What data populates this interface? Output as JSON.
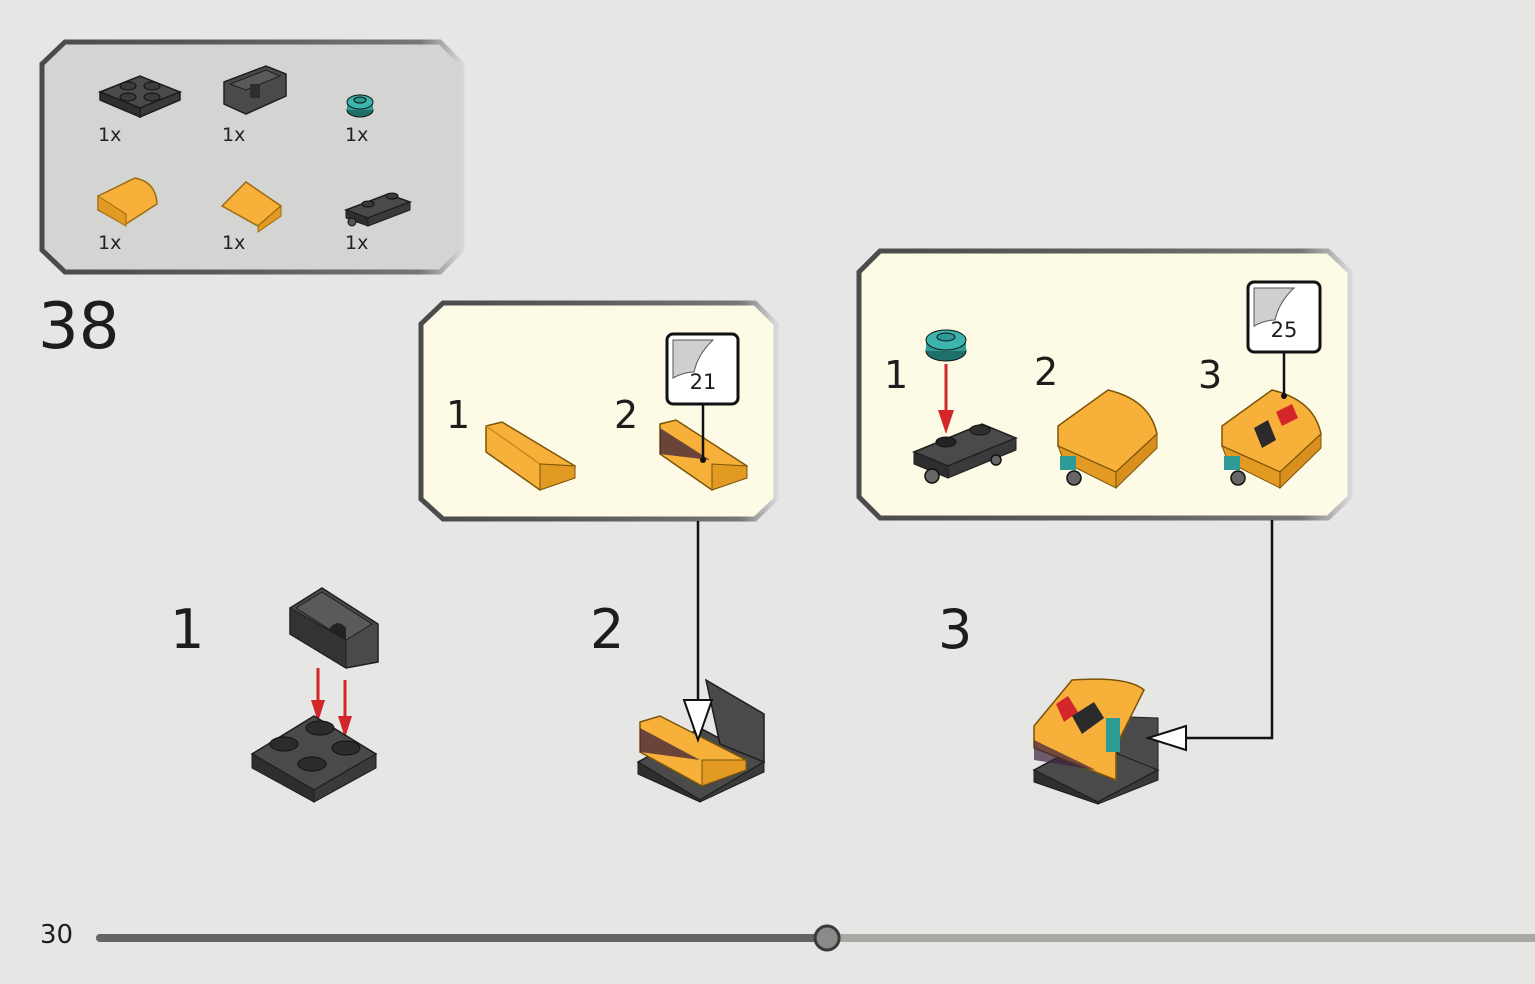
{
  "page_number": "30",
  "step_number": "38",
  "progress": 0.55,
  "parts_list": [
    {
      "name": "plate-2x2-dark-grey",
      "qty": "1x"
    },
    {
      "name": "bracket-dark-grey",
      "qty": "1x"
    },
    {
      "name": "round-plate-teal",
      "qty": "1x"
    },
    {
      "name": "curved-slope-yellow",
      "qty": "1x"
    },
    {
      "name": "slope-yellow",
      "qty": "1x"
    },
    {
      "name": "plate-with-wheels-dark-grey",
      "qty": "1x"
    }
  ],
  "sub_step_a": {
    "steps": [
      "1",
      "2"
    ],
    "sticker": "21"
  },
  "sub_step_b": {
    "steps": [
      "1",
      "2",
      "3"
    ],
    "sticker": "25"
  },
  "main_steps": [
    "1",
    "2",
    "3"
  ],
  "colors": {
    "yellow": "#f7b03a",
    "dark_grey": "#3f3f3f",
    "teal": "#2e9b96",
    "red": "#d3262b",
    "callout_bg": "#fdfbe6"
  }
}
